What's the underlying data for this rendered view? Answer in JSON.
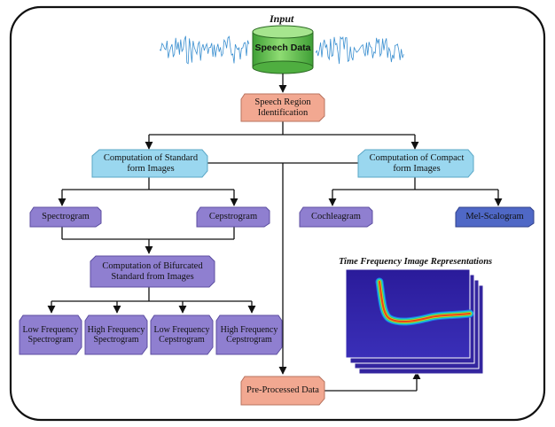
{
  "input_label": "Input",
  "speech_data": "Speech Data",
  "speech_region": "Speech Region Identification",
  "standard": "Computation of Standard form Images",
  "compact": "Computation of Compact form Images",
  "spectrogram": "Spectrogram",
  "cepstrogram": "Cepstrogram",
  "cochleagram": "Cochleagram",
  "mel_scalogram": "Mel-Scalogram",
  "bifurcated": "Computation of Bifurcated Standard from Images",
  "low_freq_spectrogram": "Low Frequency Spectrogram",
  "high_freq_spectrogram": "High Frequency Spectrogram",
  "low_freq_cepstrogram": "Low Frequency Cepstrogram",
  "high_freq_cepstrogram": "High Frequency Cepstrogram",
  "tf_title": "Time Frequency Image Representations",
  "preprocessed": "Pre-Processed Data",
  "colors": {
    "blue_box": "#9dd6ee",
    "purple_box": "#8f7fd0",
    "salmon_box": "#f0a58e",
    "db_green": "#5fbf4a",
    "waveform": "#3a8fd0"
  }
}
